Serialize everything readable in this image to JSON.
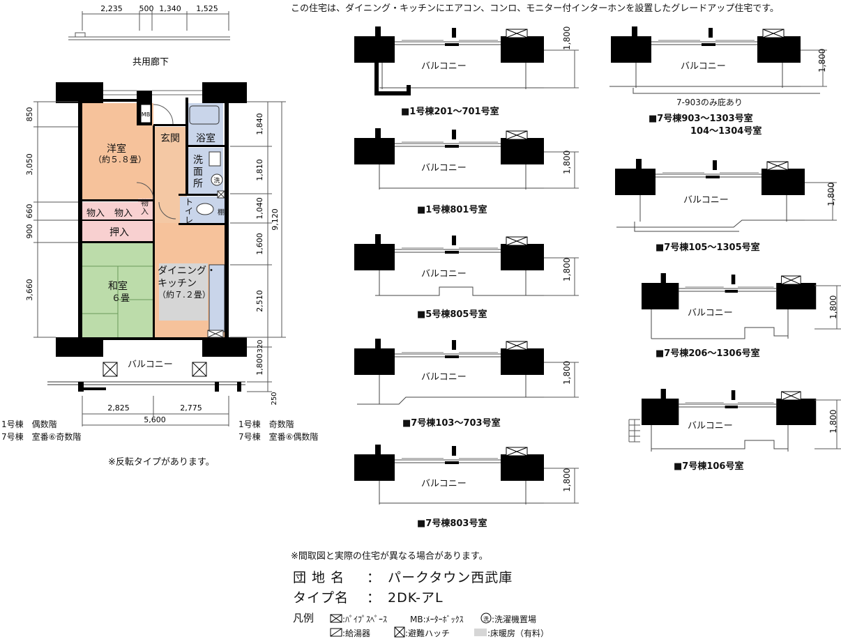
{
  "header_note": "この住宅は、ダイニング・キッチンにエアコン、コンロ、モニター付インターホンを設置したグレードアップ住宅です。",
  "main_plan": {
    "top_dims": [
      "2,235",
      "500",
      "1,340",
      "1,525"
    ],
    "corridor": "共用廊下",
    "rooms": {
      "youshitsu": "洋室",
      "youshitsu_size": "（約５.８畳）",
      "genkan": "玄関",
      "yokushitsu": "浴室",
      "senmen": "洗面所",
      "sentaku": "洗",
      "mb": "MB",
      "toilet": "トイレ",
      "tana": "棚",
      "monoire1": "物入",
      "monoire2": "物入",
      "monoire3": "物入",
      "oshiire": "押入",
      "washitsu": "和室",
      "washitsu_size": "６畳",
      "dk_line1": "ダイニング・",
      "dk_line2": "キッチン",
      "dk_size": "（約７.２畳）",
      "balcony": "バルコニー"
    },
    "left_dims": [
      "850",
      "3,050",
      "660",
      "900",
      "3,660"
    ],
    "right_dims": [
      "1,840",
      "1,810",
      "1,040",
      "1,600",
      "2,510",
      "320",
      "1,800",
      "250"
    ],
    "right_total": "9,120",
    "bottom_dims": [
      "2,825",
      "2,775"
    ],
    "bottom_total": "5,600",
    "left_floor_note": [
      "1号棟　偶数階",
      "7号棟　室番⑥奇数階"
    ],
    "right_floor_note": [
      "1号棟　奇数階",
      "7号棟　室番⑥偶数階"
    ],
    "reverse_note": "※反転タイプがあります。"
  },
  "variants": [
    {
      "label": "■1号棟201～701号室",
      "balcony": "バルコニー",
      "dim": "1,800"
    },
    {
      "label": "■1号棟801号室",
      "balcony": "バルコニー",
      "dim": "1,800"
    },
    {
      "label": "■5号棟805号室",
      "balcony": "バルコニー",
      "dim": "1,800"
    },
    {
      "label": "■7号棟103～703号室",
      "balcony": "バルコニー",
      "dim": "1,800"
    },
    {
      "label": "■7号棟803号室",
      "balcony": "バルコニー",
      "dim": "1,800"
    },
    {
      "label": "■7号棟903～1303号室",
      "label2": "104～1304号室",
      "balcony": "バルコニー",
      "dim": "1,800",
      "note": "7-903のみ庇あり"
    },
    {
      "label": "■7号棟105～1305号室",
      "balcony": "バルコニー",
      "dim": "1,800"
    },
    {
      "label": "■7号棟206～1306号室",
      "balcony": "バルコニー",
      "dim": "1,800"
    },
    {
      "label": "■7号棟106号室",
      "balcony": "バルコニー",
      "dim": "1,800"
    }
  ],
  "footer": {
    "disclaimer": "※間取図と実際の住宅が異なる場合があります。",
    "danchi_label": "団 地 名",
    "danchi_value": "パークタウン西武庫",
    "type_label": "タイプ名",
    "type_value": "2DK-アL",
    "colon": "：",
    "legend_title": "凡例",
    "legend_pipe": ":ﾊﾟｲﾌﾟｽﾍﾟｰｽ",
    "legend_mb": "MB:ﾒｰﾀｰﾎﾞｯｸｽ",
    "legend_wash": ":洗濯機置場",
    "legend_water_heater": ":給湯器",
    "legend_hatch": ":避難ハッチ",
    "legend_floor_heat": ":床暖房（有料）"
  },
  "colors": {
    "youshitsu": "#f6c29b",
    "genkan": "#f4c8a4",
    "water": "#c9d5ea",
    "oshiire": "#f8d0d0",
    "washitsu": "#bcdcaa",
    "dk": "#f6c29b",
    "floor_heat": "#d6d6d6",
    "wall": "#000000"
  }
}
